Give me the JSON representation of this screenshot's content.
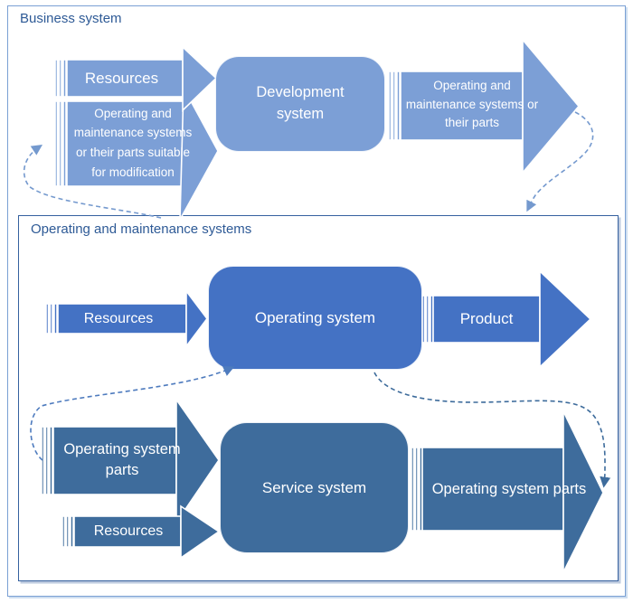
{
  "colors": {
    "light_blue": "#7C9FD6",
    "medium_blue": "#4472C4",
    "steel_blue": "#3E6C9C",
    "label_blue": "#2E5A96",
    "outer_border": "#7AA0D4",
    "inner_border": "#35619F",
    "dashed_light": "#7499CE",
    "dashed_dark": "#3E6C9C",
    "arrow_text": "#FFFFFF"
  },
  "outer_box": {
    "label": "Business system"
  },
  "inner_box": {
    "label": "Operating and maintenance systems"
  },
  "top_section": {
    "resources_arrow": {
      "label": "Resources"
    },
    "modification_arrow": {
      "label": "Operating and\nmaintenance systems\nor their parts suitable\nfor modification"
    },
    "development_box": {
      "label": "Development\nsystem"
    },
    "output_arrow": {
      "label": "Operating and\nmaintenance systems or\ntheir parts"
    }
  },
  "middle_section": {
    "resources_arrow": {
      "label": "Resources"
    },
    "operating_box": {
      "label": "Operating system"
    },
    "product_arrow": {
      "label": "Product"
    }
  },
  "bottom_section": {
    "parts_in_arrow": {
      "label": "Operating system\nparts"
    },
    "resources_arrow": {
      "label": "Resources"
    },
    "service_box": {
      "label": "Service system"
    },
    "parts_out_arrow": {
      "label": "Operating system parts"
    }
  }
}
